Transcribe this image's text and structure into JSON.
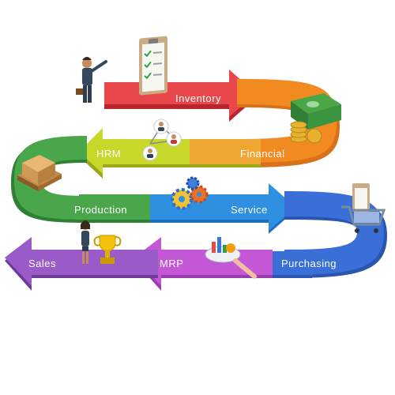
{
  "diagram": {
    "stages": [
      {
        "id": "inventory",
        "label": "Inventory",
        "color": "#e8484c"
      },
      {
        "id": "financial",
        "label": "Financial",
        "color": "#f28a22"
      },
      {
        "id": "hrm",
        "label": "HRM",
        "color": "#c7d82a"
      },
      {
        "id": "production",
        "label": "Production",
        "color": "#4aa64a"
      },
      {
        "id": "service",
        "label": "Service",
        "color": "#2f8fe0"
      },
      {
        "id": "purchasing",
        "label": "Purchasing",
        "color": "#3a6fd8"
      },
      {
        "id": "mrp",
        "label": "MRP",
        "color": "#c357d6"
      },
      {
        "id": "sales",
        "label": "Sales",
        "color": "#9a5ac8"
      }
    ],
    "icons": [
      "businessman-icon",
      "clipboard-checklist-icon",
      "money-stack-icon",
      "org-chart-icon",
      "cardboard-boxes-icon",
      "gears-icon",
      "shopping-cart-icon",
      "analytics-magnifier-icon",
      "businesswoman-icon",
      "trophy-icon"
    ]
  }
}
